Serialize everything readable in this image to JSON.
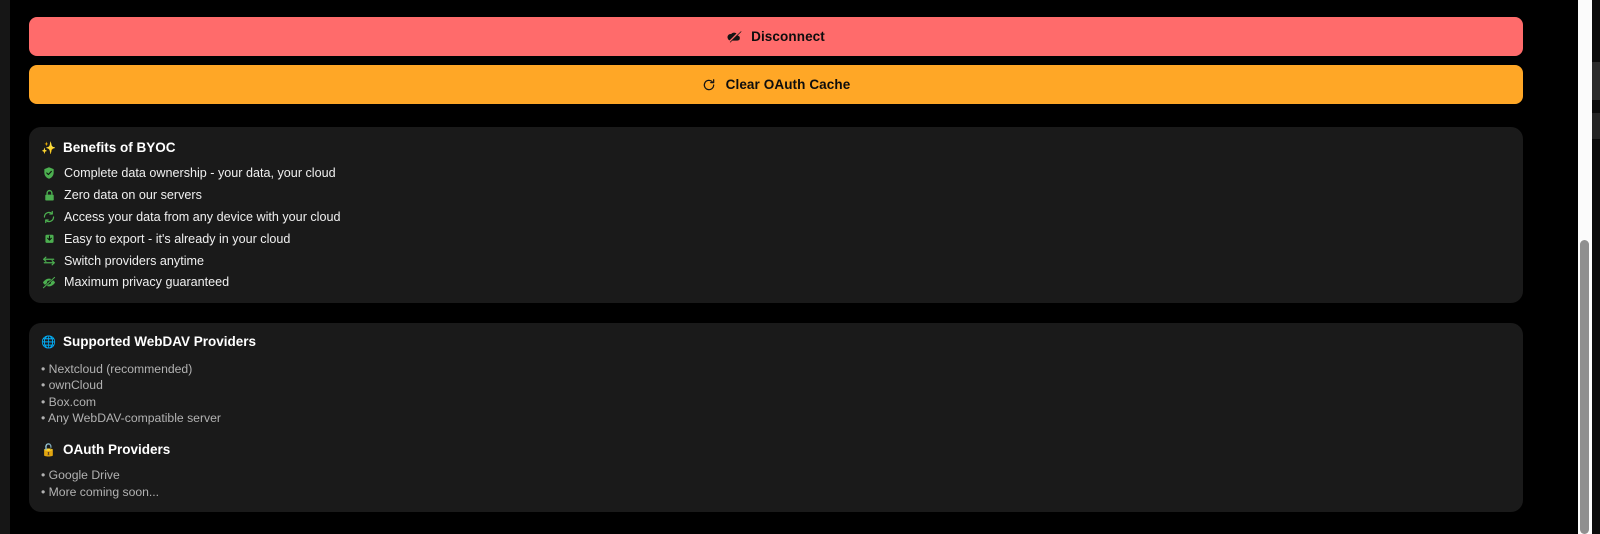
{
  "theme": {
    "page_background": "#000000",
    "card_background": "#1a1a1a",
    "disconnect_color": "#ff6b6b",
    "clear_cache_color": "#ffa726",
    "benefit_icon_color": "#4caf50",
    "body_text_color": "#f0f0f0",
    "muted_text_color": "#b2b2b2",
    "scrollbar_thumb_color": "#8f8f8f"
  },
  "actions": {
    "disconnect": {
      "label": "Disconnect",
      "icon": "cloud-off-icon"
    },
    "clear_oauth_cache": {
      "label": "Clear OAuth Cache",
      "icon": "refresh-icon"
    }
  },
  "benefits_card": {
    "title": "Benefits of BYOC",
    "title_icon": "sparkles-icon",
    "title_emoji": "✨",
    "items": [
      {
        "icon": "shield-check-icon",
        "label": "Complete data ownership - your data, your cloud"
      },
      {
        "icon": "lock-icon",
        "label": "Zero data on our servers"
      },
      {
        "icon": "sync-icon",
        "label": "Access your data from any device with your cloud"
      },
      {
        "icon": "export-icon",
        "label": "Easy to export - it's already in your cloud"
      },
      {
        "icon": "swap-icon",
        "label": "Switch providers anytime"
      },
      {
        "icon": "eye-off-icon",
        "label": "Maximum privacy guaranteed"
      }
    ]
  },
  "providers_card": {
    "webdav": {
      "title": "Supported WebDAV Providers",
      "title_icon": "globe-icon",
      "title_emoji": "🌐",
      "items": [
        "• Nextcloud (recommended)",
        "• ownCloud",
        "• Box.com",
        "• Any WebDAV-compatible server"
      ]
    },
    "oauth": {
      "title": "OAuth Providers",
      "title_icon": "unlocked-padlock-icon",
      "title_emoji": "🔓",
      "items": [
        "• Google Drive",
        "• More coming soon..."
      ]
    }
  },
  "scrollbar": {
    "orientation": "vertical",
    "thumb_position_label": "scrolled-to-bottom"
  }
}
